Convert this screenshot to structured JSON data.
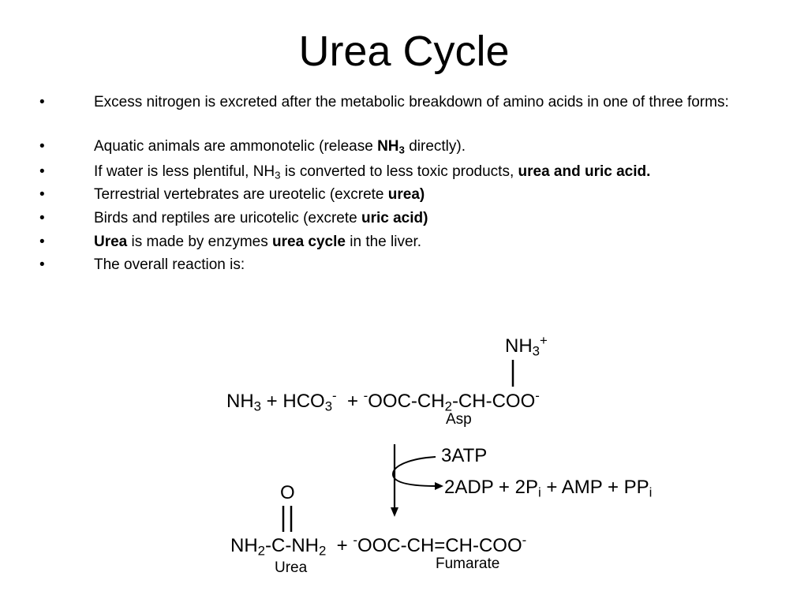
{
  "title": "Urea Cycle",
  "bullet_symbol": "•",
  "bullets": [
    {
      "segments": [
        {
          "t": "Excess nitrogen is excreted after the metabolic breakdown of amino acids in one of three forms:"
        }
      ]
    },
    {
      "segments": [
        {
          "t": "Aquatic animals are ammonotelic (release "
        },
        {
          "t": "NH",
          "b": true
        },
        {
          "t": "3",
          "b": true,
          "sub": true
        },
        {
          "t": " directly)."
        }
      ]
    },
    {
      "segments": [
        {
          "t": "If water is less plentiful, NH"
        },
        {
          "t": "3",
          "sub": true
        },
        {
          "t": " is converted to less toxic products, "
        },
        {
          "t": "urea and uric acid.",
          "b": true
        }
      ]
    },
    {
      "segments": [
        {
          "t": "Terrestrial vertebrates are ureotelic (excrete "
        },
        {
          "t": "urea)",
          "b": true
        }
      ]
    },
    {
      "segments": [
        {
          "t": "Birds and reptiles are uricotelic (excrete "
        },
        {
          "t": "uric acid)",
          "b": true
        }
      ]
    },
    {
      "segments": [
        {
          "t": "Urea",
          "b": true
        },
        {
          "t": " is made by enzymes "
        },
        {
          "t": "urea cycle",
          "b": true
        },
        {
          "t": " in the liver."
        }
      ]
    },
    {
      "segments": [
        {
          "t": "The overall reaction is:"
        }
      ]
    }
  ],
  "reaction": {
    "nh3_plus": {
      "base": "NH",
      "sub": "3",
      "sup": "+"
    },
    "reactants": "NH<sub>3</sub> + HCO<sub>3</sub><sup>-</sup>&nbsp; + <sup>-</sup>OOC-CH<sub>2</sub>-CH-COO<sup>-</sup>",
    "asp_label": "Asp",
    "atp": "3ATP",
    "byproducts": "2ADP + 2P<sub>i</sub> + AMP + PP<sub>i</sub>",
    "urea_o": "O",
    "products": "NH<sub>2</sub>-C-NH<sub>2</sub>&nbsp; + <sup>-</sup>OOC-CH=CH-COO<sup>-</sup>",
    "urea_label": "Urea",
    "fumarate_label": "Fumarate"
  }
}
